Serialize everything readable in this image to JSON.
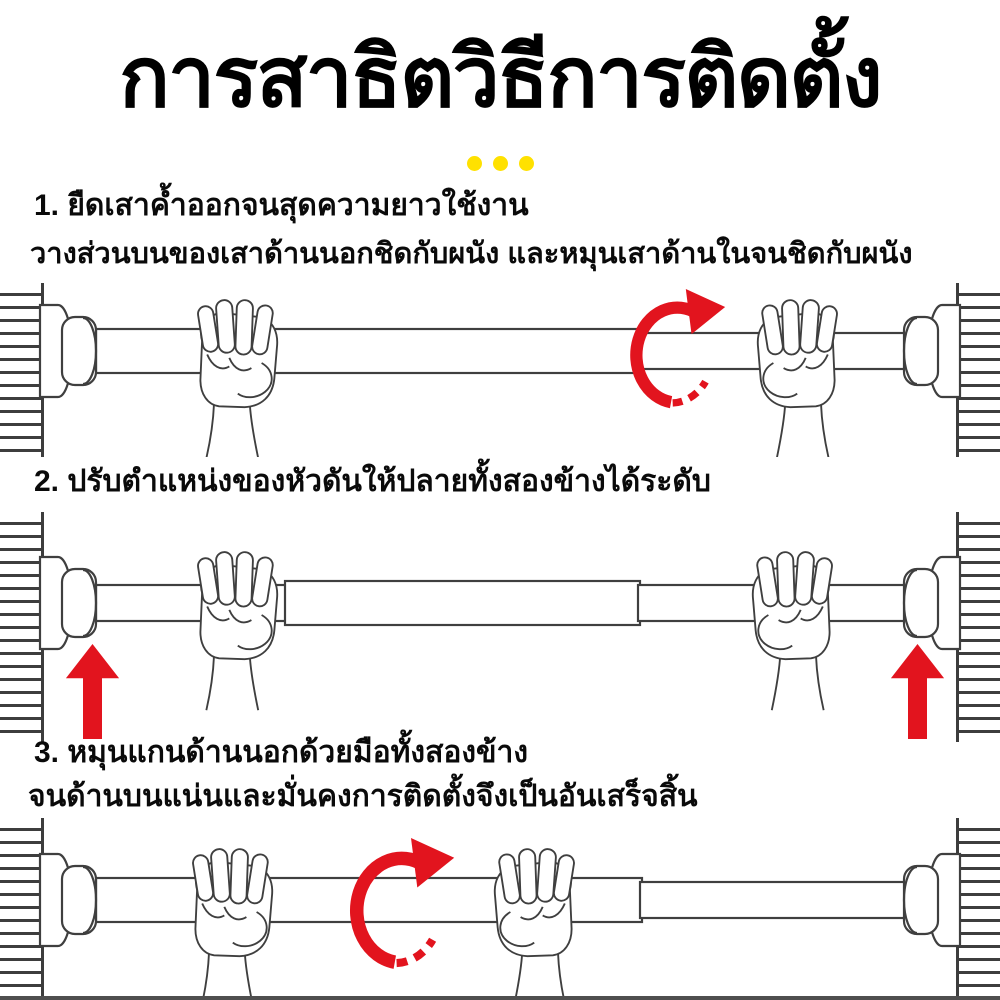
{
  "title": "การสาธิตวิธีการติดตั้ง",
  "separator": {
    "dot_count": 3,
    "dot_color": "#ffe100"
  },
  "steps": [
    {
      "text1": "1. ยืดเสาค้ำออกจนสุดความยาวใช้งาน",
      "text2": "วางส่วนบนของเสาด้านนอกชิดกับผนัง และหมุนเสาด้านในจนชิดกับผนัง"
    },
    {
      "text1": "2. ปรับตำแหน่งของหัวดันให้ปลายทั้งสองข้างได้ระดับ"
    },
    {
      "text1": "3. หมุนแกนด้านนอกด้วยมือทั้งสองข้าง",
      "text2": "จนด้านบนแน่นและมั่นคงการติดตั้งจึงเป็นอันเสร็จสิ้น"
    }
  ],
  "illustrations": [
    {
      "name": "extend-rod-between-walls",
      "elements": [
        "left-wall",
        "right-wall",
        "end-cap",
        "telescopic-rod",
        "fist-hand-left",
        "fist-hand-right",
        "rotate-clockwise-arrow"
      ]
    },
    {
      "name": "level-both-rod-ends",
      "elements": [
        "left-wall",
        "right-wall",
        "end-cap",
        "telescopic-rod",
        "fist-hand-left",
        "fist-hand-right",
        "up-arrow-left",
        "up-arrow-right"
      ]
    },
    {
      "name": "tighten-outer-shaft",
      "elements": [
        "left-wall",
        "right-wall",
        "end-cap",
        "telescopic-rod",
        "fist-hand-left",
        "fist-hand-right",
        "rotate-clockwise-arrow"
      ]
    }
  ],
  "colors": {
    "accent_red": "#e2141e",
    "accent_yellow": "#ffe100",
    "line_art": "#3f3f3f",
    "text": "#0a0a0a",
    "background": "#ffffff"
  }
}
